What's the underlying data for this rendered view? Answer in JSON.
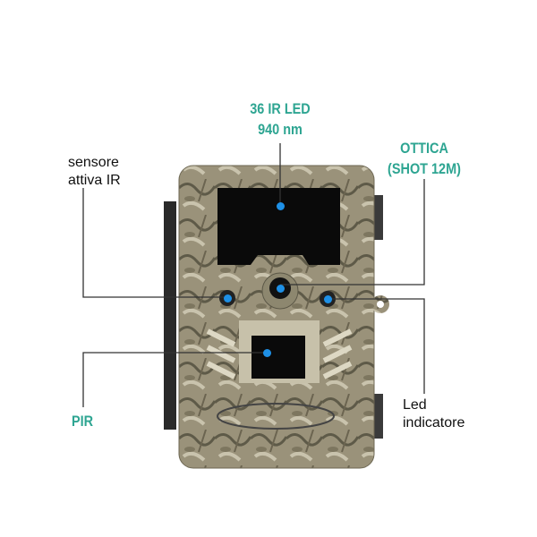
{
  "labels": {
    "ir_led_line1": "36 IR LED",
    "ir_led_line2": "940 nm",
    "optics_line1": "OTTICA",
    "optics_line2": "(SHOT 12M)",
    "ir_sensor_line1": "sensore",
    "ir_sensor_line2": "attiva IR",
    "pir": "PIR",
    "led_line1": "Led",
    "led_line2": "indicatore"
  },
  "colors": {
    "accent_text": "#2ea592",
    "dot": "#1e90e6",
    "leader": "#333333"
  }
}
